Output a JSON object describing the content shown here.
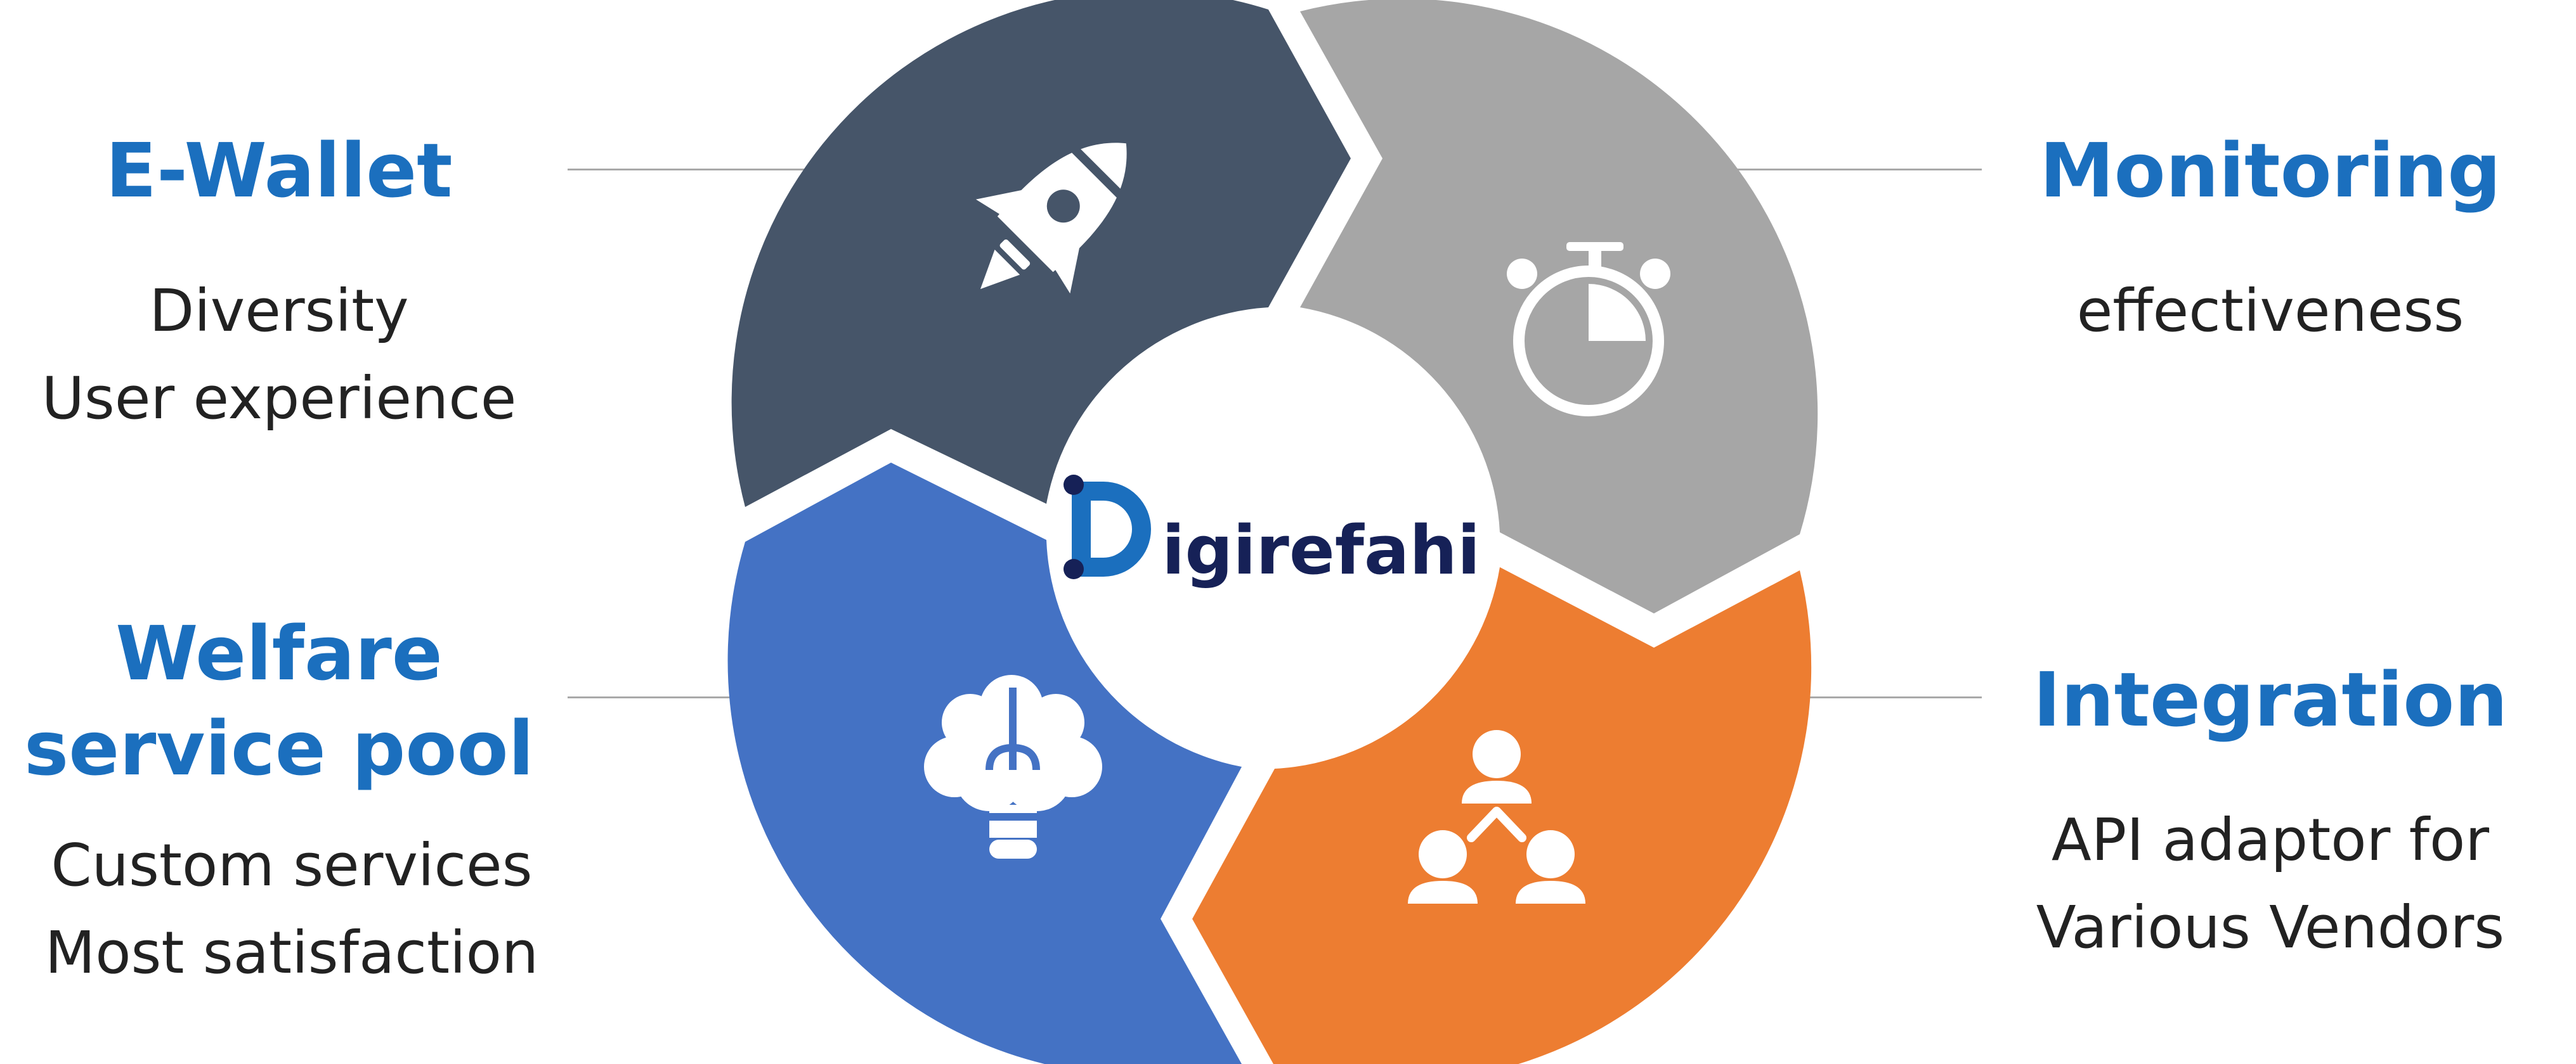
{
  "colors": {
    "dark": "#465569",
    "gray": "#a6a6a6",
    "orange": "#ed7d31",
    "blue": "#4472c4",
    "title": "#1b6fbe",
    "logo_blue": "#1b6fbe",
    "logo_navy": "#162157",
    "text": "#222222",
    "line": "#a9a9a9"
  },
  "logo": {
    "letter": "D",
    "text": "igirefahi"
  },
  "segments": [
    {
      "name": "e-wallet",
      "color_key": "dark",
      "icon": "rocket-icon"
    },
    {
      "name": "monitoring",
      "color_key": "gray",
      "icon": "stopwatch-icon"
    },
    {
      "name": "integration",
      "color_key": "orange",
      "icon": "people-network-icon"
    },
    {
      "name": "welfare-service-pool",
      "color_key": "blue",
      "icon": "brain-bulb-icon"
    }
  ],
  "ewallet": {
    "title": "E-Wallet",
    "lines": [
      "Diversity",
      "User experience"
    ]
  },
  "monitoring": {
    "title": "Monitoring",
    "lines": [
      "effectiveness"
    ]
  },
  "welfare": {
    "title_lines": [
      "Welfare",
      "service pool"
    ],
    "lines": [
      "Custom services",
      "Most satisfaction"
    ]
  },
  "integration": {
    "title": "Integration",
    "lines": [
      "API adaptor for",
      "Various Vendors"
    ]
  }
}
